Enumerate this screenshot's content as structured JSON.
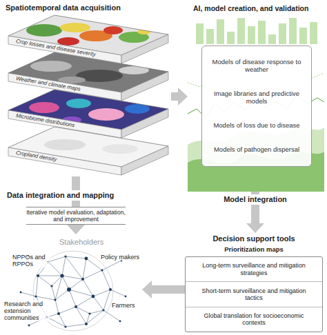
{
  "diagram": {
    "nodes": [
      {
        "text": [
          "Spatiotemporal data acquisition"
        ]
      },
      {
        "text": [
          "Crop losses and disease severity"
        ],
        "in": 0
      },
      {
        "text": [
          "Weather and climate maps"
        ],
        "in": 0
      },
      {
        "text": [
          "Microbiome distributions"
        ],
        "in": 0
      },
      {
        "text": [
          "Cropland density"
        ],
        "in": 0
      },
      {
        "text": [
          "AI, model creation, and validation"
        ]
      },
      {
        "text": [
          "Models of disease response to weather",
          "Image libraries and predictive models",
          "Models of loss due to disease",
          "Models of pathogen dispersal"
        ],
        "in": 5
      },
      {
        "text": [
          "Decision support tools",
          "Prioritization maps",
          "Long-term surveillance and mitigation strategies",
          "Short-term surveillance and mitigation tactics",
          "Global translation for socioeconomic contexts"
        ]
      },
      {
        "text": [
          "Stakeholders",
          "NPPOs and RPPOs",
          "Policy makers",
          "Research and extension communities",
          "Farmers"
        ]
      }
    ],
    "edges": [
      {
        "from": 0,
        "to": 5,
        "arrow": "to"
      },
      {
        "from": 5,
        "to": 7,
        "arrow": "to"
      },
      {
        "from": 7,
        "to": 8,
        "arrow": "to"
      },
      {
        "from": 0,
        "to": 8,
        "arrow": "to"
      }
    ],
    "labels": [
      "Data integration and mapping",
      "Model integration",
      "Iterative model evaluation, adaptation, and improvement"
    ]
  }
}
